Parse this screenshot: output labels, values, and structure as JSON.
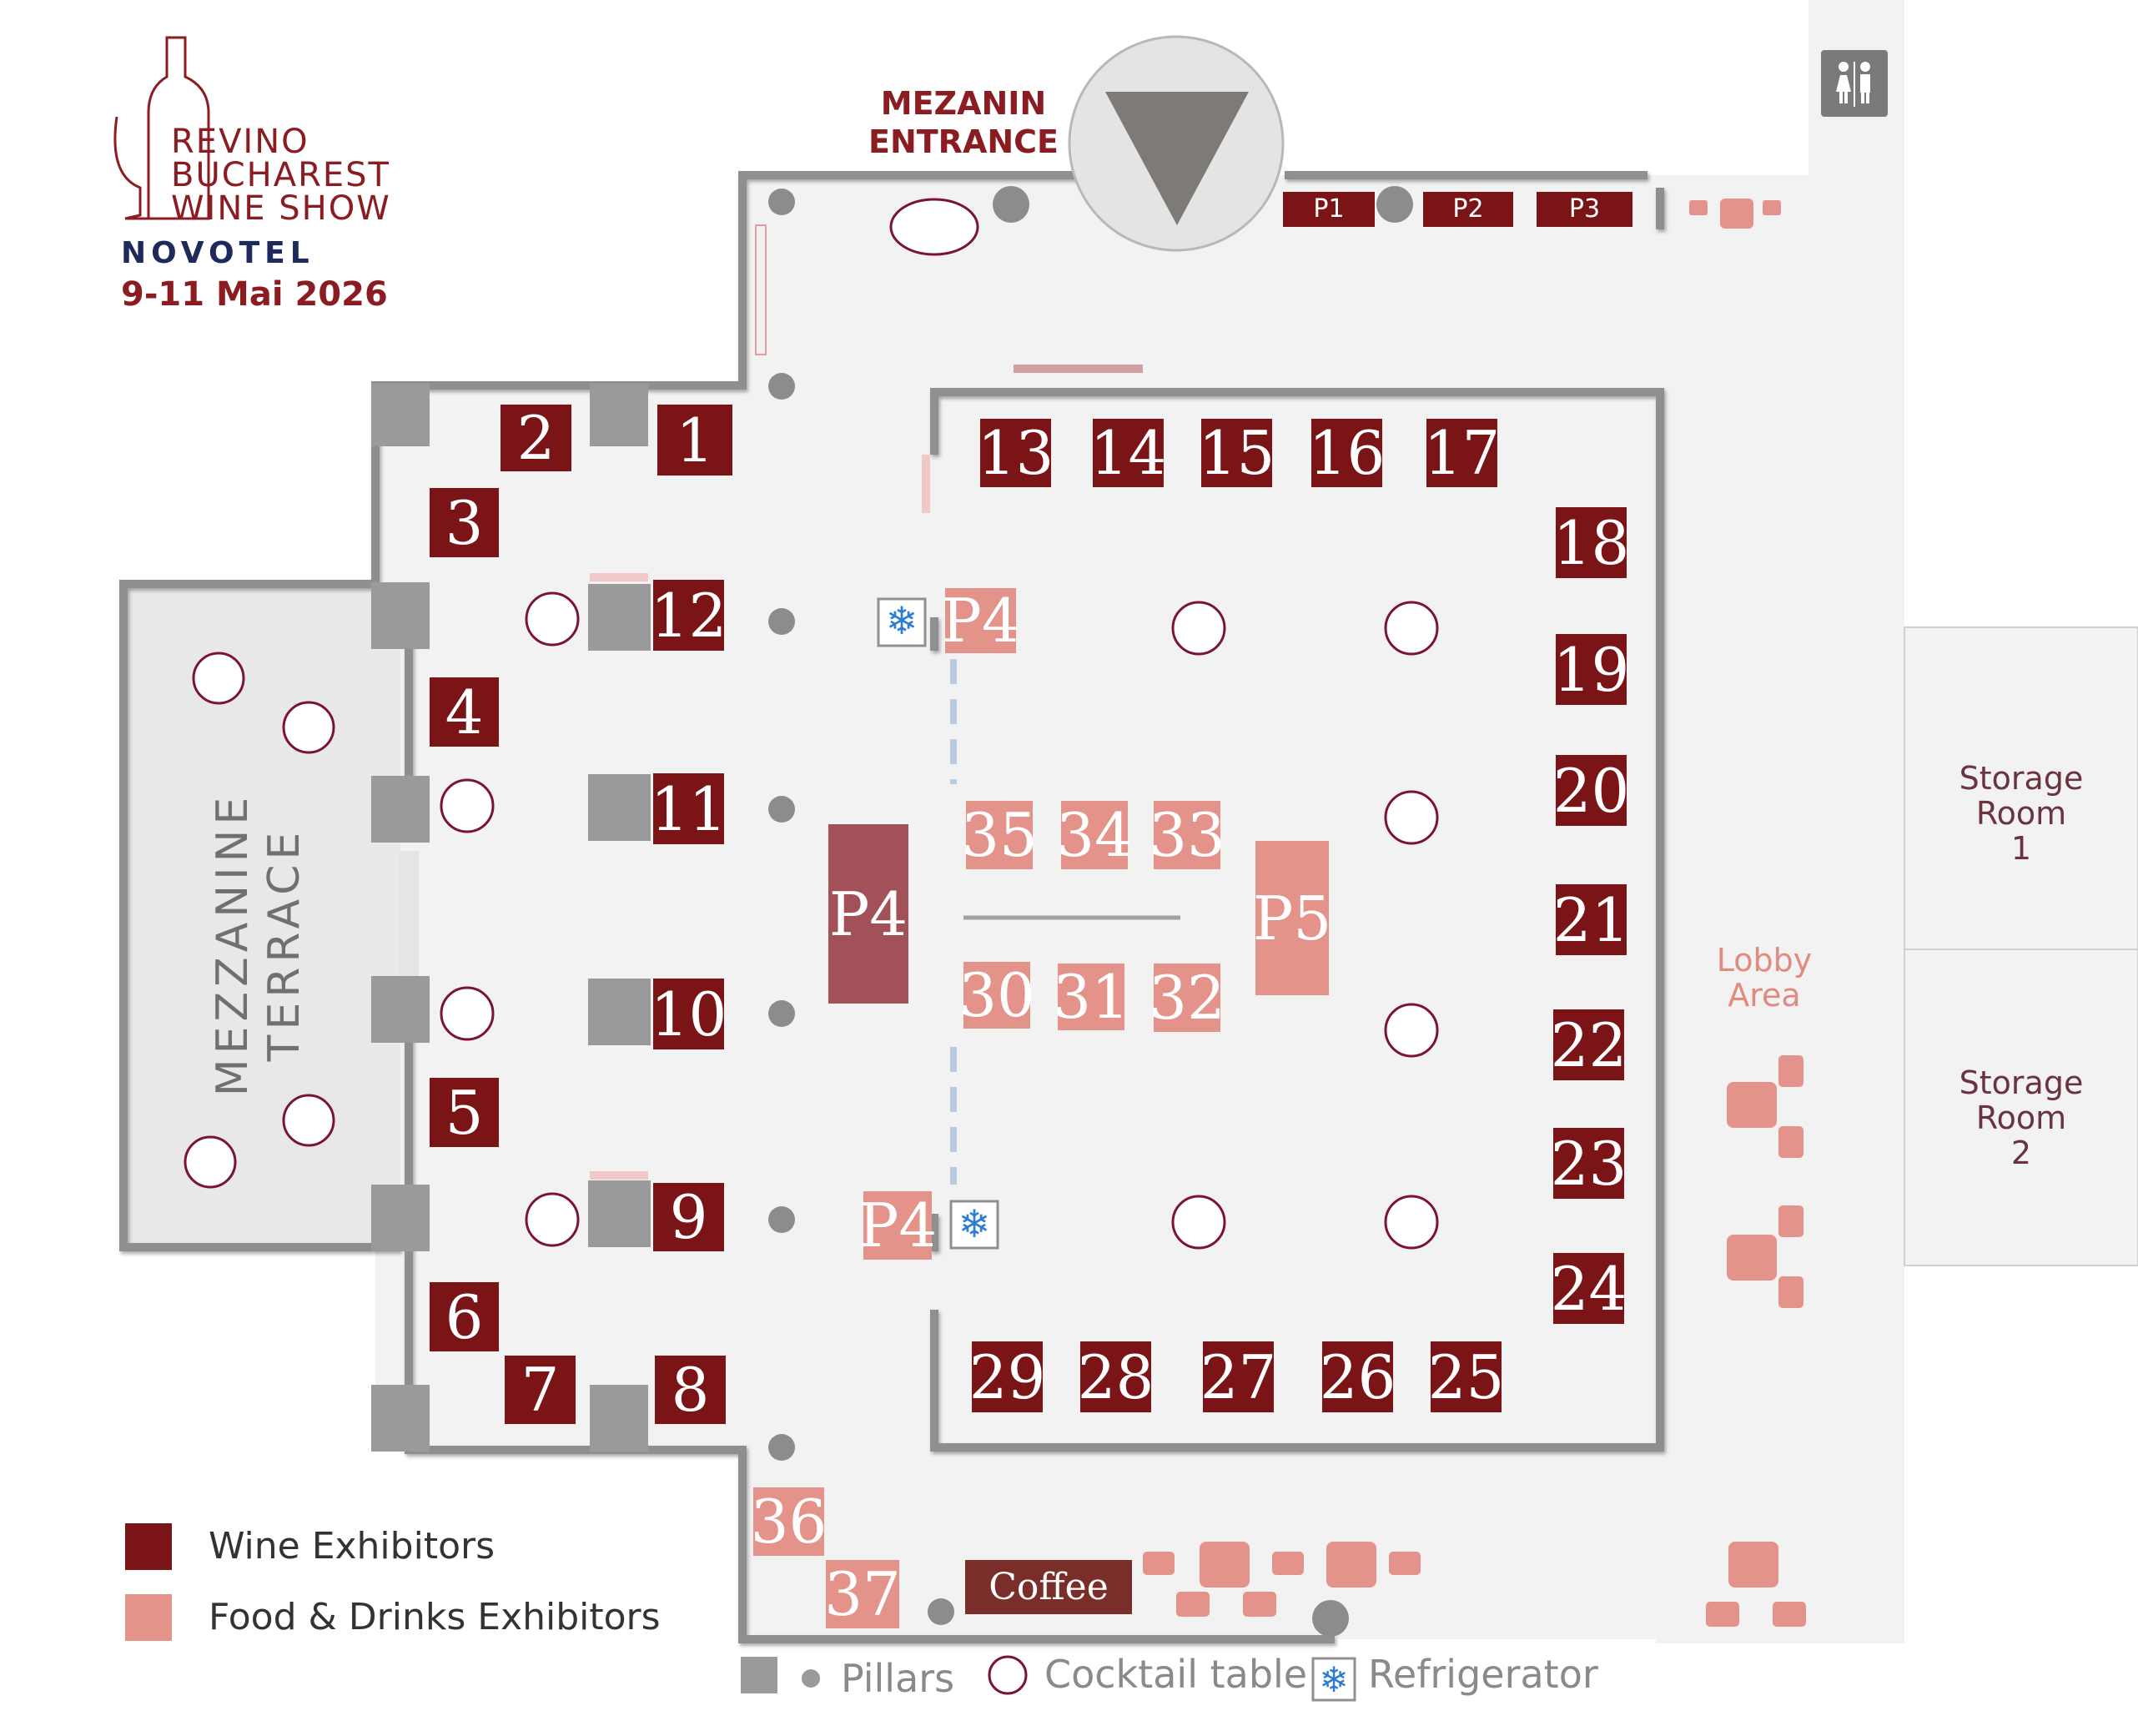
{
  "event": {
    "title_lines": [
      "REVINO",
      "BUCHAREST",
      "WINE SHOW"
    ],
    "hotel": "NOVOTEL",
    "dates": "9-11 Mai 2026"
  },
  "entrance": {
    "label_lines": [
      "MEZANIN",
      "ENTRANCE"
    ]
  },
  "areas": {
    "terrace_lines": [
      "MEZZANINE",
      "TERRACE"
    ],
    "lobby_lines": [
      "Lobby",
      "Area"
    ],
    "storage_1_lines": [
      "Storage",
      "Room",
      "1"
    ],
    "storage_2_lines": [
      "Storage",
      "Room",
      "2"
    ]
  },
  "wine_booths": [
    "1",
    "2",
    "3",
    "4",
    "5",
    "6",
    "7",
    "8",
    "9",
    "10",
    "11",
    "12",
    "13",
    "14",
    "15",
    "16",
    "17",
    "18",
    "19",
    "20",
    "21",
    "22",
    "23",
    "24",
    "25",
    "26",
    "27",
    "28",
    "29"
  ],
  "food_booths": [
    "30",
    "31",
    "32",
    "33",
    "34",
    "35",
    "36",
    "37"
  ],
  "premium_booths": [
    "P1",
    "P2",
    "P3",
    "P4",
    "P5"
  ],
  "coffee": {
    "label": "Coffee"
  },
  "legend": {
    "wine_label": "Wine Exhibitors",
    "food_label": "Food & Drinks Exhibitors",
    "pillars_label": "Pillars",
    "cocktail_label": "Cocktail table",
    "fridge_label": "Refrigerator"
  },
  "colors": {
    "wine": "#7b1416",
    "food": "#e4938a",
    "premium_dark": "#a35158",
    "coffee": "#7a2e2a",
    "brand": "#8a1c22",
    "wall": "#9a9a9a",
    "floor": "#f2f2f3"
  },
  "icons": [
    "bottle-glass-logo-icon",
    "down-arrow-entrance-icon",
    "restroom-icon",
    "snowflake-icon",
    "pillar-square-icon",
    "pillar-round-icon",
    "cocktail-table-icon"
  ]
}
